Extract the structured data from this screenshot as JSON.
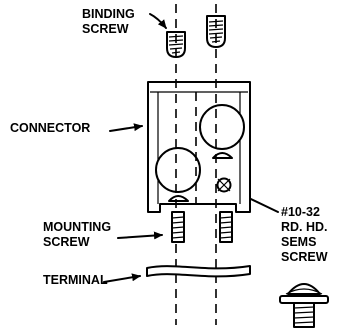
{
  "labels": {
    "binding_screw": [
      "BINDING",
      "SCREW"
    ],
    "connector": "CONNECTOR",
    "mounting_screw": [
      "MOUNTING",
      "SCREW"
    ],
    "terminal": "TERMINAL",
    "sems_screw": [
      "#10-32",
      "RD. HD.",
      "SEMS",
      "SCREW"
    ]
  }
}
